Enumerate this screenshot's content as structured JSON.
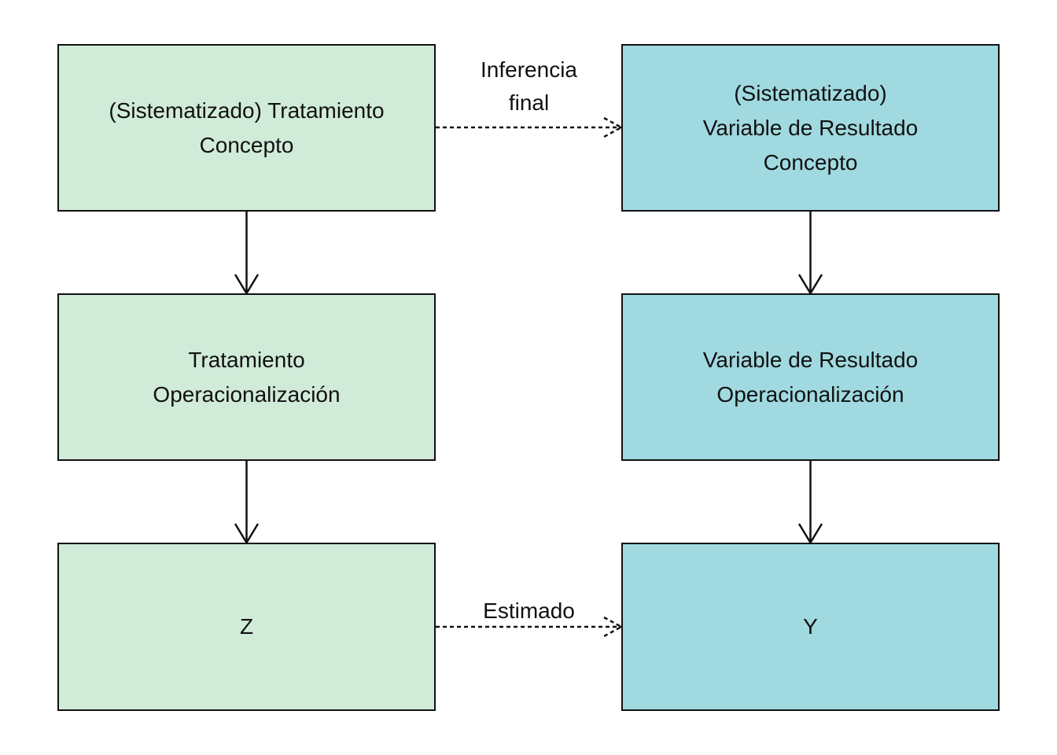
{
  "colors": {
    "treatment_fill": "#d1ebd9",
    "outcome_fill": "#a0dae0",
    "stroke": "#111111"
  },
  "nodes": {
    "treatment_concept": {
      "lines": [
        "(Sistematizado) Tratamiento",
        "Concepto"
      ]
    },
    "treatment_operationalization": {
      "lines": [
        "Tratamiento",
        "Operacionalización"
      ]
    },
    "z": {
      "lines": [
        "Z"
      ]
    },
    "outcome_concept": {
      "lines": [
        "(Sistematizado)",
        "Variable de Resultado",
        "Concepto"
      ]
    },
    "outcome_operationalization": {
      "lines": [
        "Variable de Resultado",
        "Operacionalización"
      ]
    },
    "y": {
      "lines": [
        "Y"
      ]
    }
  },
  "edges": {
    "inference": {
      "lines": [
        "Inferencia",
        "final"
      ],
      "style": "dashed"
    },
    "estimated": {
      "lines": [
        "Estimado"
      ],
      "style": "dashed"
    }
  }
}
